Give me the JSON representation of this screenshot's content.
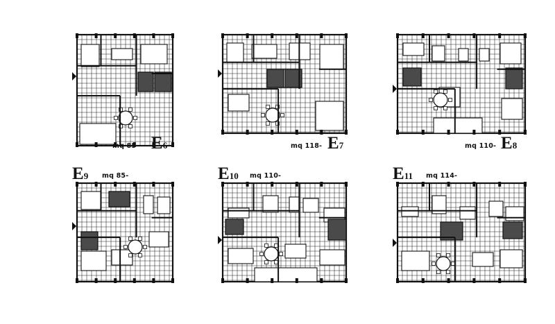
{
  "colors": {
    "ink": "#111111",
    "paper": "#ffffff",
    "tile": "#222222",
    "dark_room": "#4a4a4a"
  },
  "plans": [
    {
      "id": "E6",
      "letter": "E",
      "number": "6",
      "area": "mq 85-"
    },
    {
      "id": "E7",
      "letter": "E",
      "number": "7",
      "area": "mq 118-"
    },
    {
      "id": "E8",
      "letter": "E",
      "number": "8",
      "area": "mq 110-"
    },
    {
      "id": "E9",
      "letter": "E",
      "number": "9",
      "area": "mq 85-"
    },
    {
      "id": "E10",
      "letter": "E",
      "number": "10",
      "area": "mq 110-"
    },
    {
      "id": "E11",
      "letter": "E",
      "number": "11",
      "area": "mq 114-"
    }
  ]
}
